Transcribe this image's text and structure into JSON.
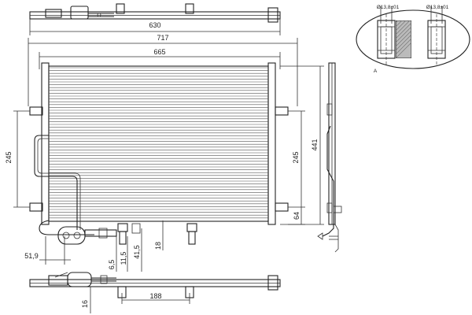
{
  "colors": {
    "line": "#222222",
    "fin": "#555555",
    "detail_fill": "#d9d9d9",
    "hatch": "#777777"
  },
  "dimensions": {
    "top_width": "630",
    "overall_width": "717",
    "core_width": "665",
    "left_height": "245",
    "right_height": "245",
    "overall_height": "441",
    "bottom_right": "64",
    "offset_left": "51,9",
    "h_6_5": "6,5",
    "h_11_5": "11,5",
    "h_41_5": "41,5",
    "h_18": "18",
    "bracket_spacing": "188",
    "bottom_16": "16"
  },
  "detail": {
    "left_hole": "Ø13,8±01",
    "right_hole": "Ø13,8±01",
    "marker": "A"
  }
}
